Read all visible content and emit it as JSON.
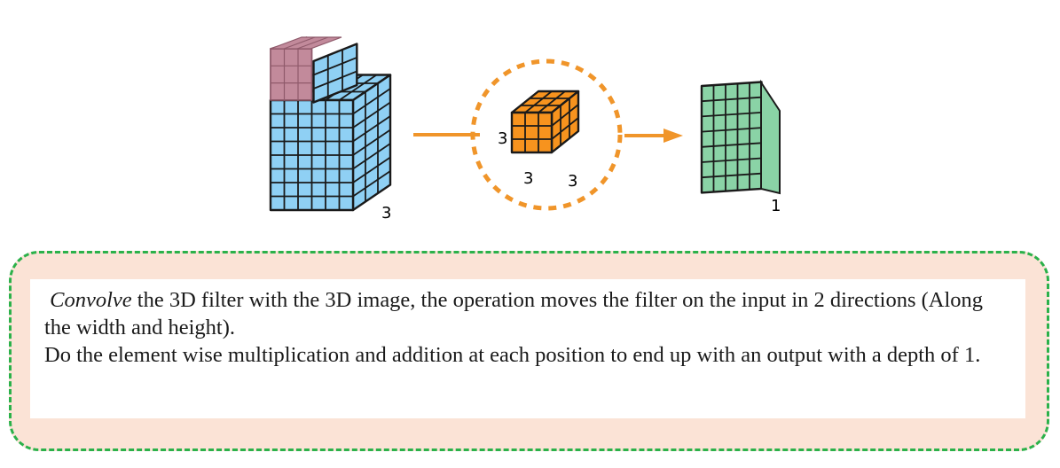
{
  "input_volume": {
    "depth_label": "3",
    "colors": {
      "face": "#8fd0f4",
      "highlight": "#c28a9b",
      "grid": "#1a1a1a"
    }
  },
  "filter": {
    "labels": {
      "height": "3",
      "width": "3",
      "depth": "3"
    },
    "colors": {
      "face": "#f7931e",
      "circle": "#f0952a"
    }
  },
  "output_map": {
    "depth_label": "1",
    "colors": {
      "face": "#8ad3a6"
    }
  },
  "arrows": {
    "color": "#f0952a"
  },
  "note": {
    "emphasis": "Convolve",
    "line1_rest": " the 3D filter with the 3D image, the operation moves the filter on the input in 2 directions (Along the width and height).",
    "line2": "Do the element wise multiplication and addition at each position to end up with an output with a depth of 1.",
    "colors": {
      "border": "#2bb14a",
      "background": "#fbe3d6"
    }
  }
}
